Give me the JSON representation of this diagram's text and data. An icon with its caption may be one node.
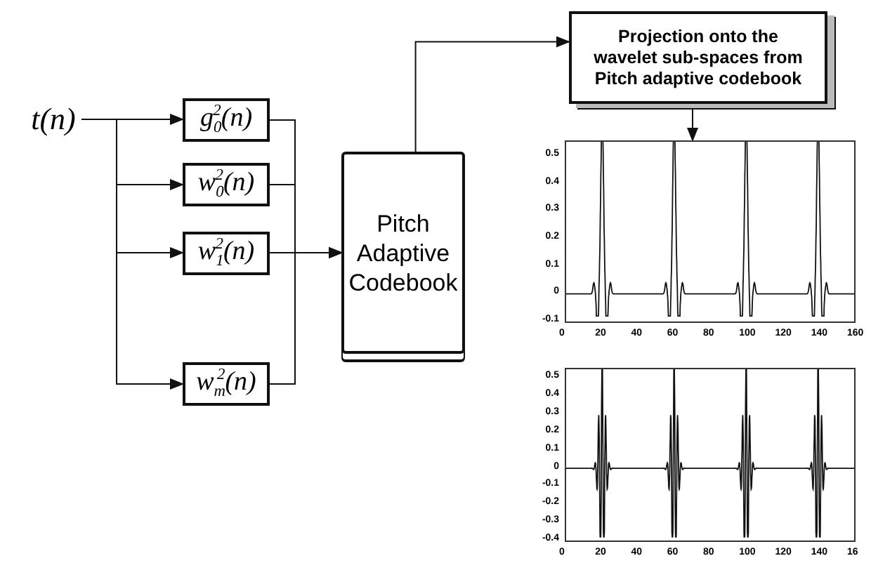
{
  "diagram": {
    "nodes": [
      {
        "text": [
          "t(n)"
        ]
      },
      {
        "text": [
          "g$_{0}$$^{2}$(n)"
        ]
      },
      {
        "text": [
          "w$_{0}$$^{2}$(n)"
        ]
      },
      {
        "text": [
          "w$_{1}$$^{2}$(n)"
        ]
      },
      {
        "text": [
          "w$_{m}$$^{2}$(n)"
        ]
      },
      {
        "text": [
          "Pitch Adaptive Codebook"
        ]
      },
      {
        "text": [
          "Projection onto the wavelet sub-spaces from Pitch adaptive codebook"
        ]
      },
      {
        "text": [],
        "shape": "chart",
        "beside": [
          "0.5",
          "0.4",
          "0.3",
          "0.2",
          "0.1",
          "0",
          "-0.1",
          "0",
          "20",
          "40",
          "60",
          "80",
          "100",
          "120",
          "140",
          "160"
        ]
      },
      {
        "text": [],
        "shape": "chart",
        "beside": [
          "0.5",
          "0.4",
          "0.3",
          "0.2",
          "0.1",
          "0",
          "-0.1",
          "-0.2",
          "-0.3",
          "-0.4",
          "0",
          "20",
          "40",
          "60",
          "80",
          "100",
          "120",
          "140",
          "16"
        ]
      }
    ],
    "edges": [
      {
        "from": 0,
        "to": 1,
        "arrow": "to"
      },
      {
        "from": 0,
        "to": 2,
        "arrow": "to"
      },
      {
        "from": 0,
        "to": 3,
        "arrow": "to"
      },
      {
        "from": 0,
        "to": 4,
        "arrow": "to"
      },
      {
        "from": 1,
        "to": 5,
        "arrow": "to"
      },
      {
        "from": 2,
        "to": 5,
        "arrow": "to"
      },
      {
        "from": 3,
        "to": 5,
        "arrow": "to"
      },
      {
        "from": 4,
        "to": 5,
        "arrow": "to"
      },
      {
        "from": 5,
        "to": 6,
        "arrow": "to"
      },
      {
        "from": 6,
        "to": 7,
        "arrow": "to"
      }
    ]
  }
}
